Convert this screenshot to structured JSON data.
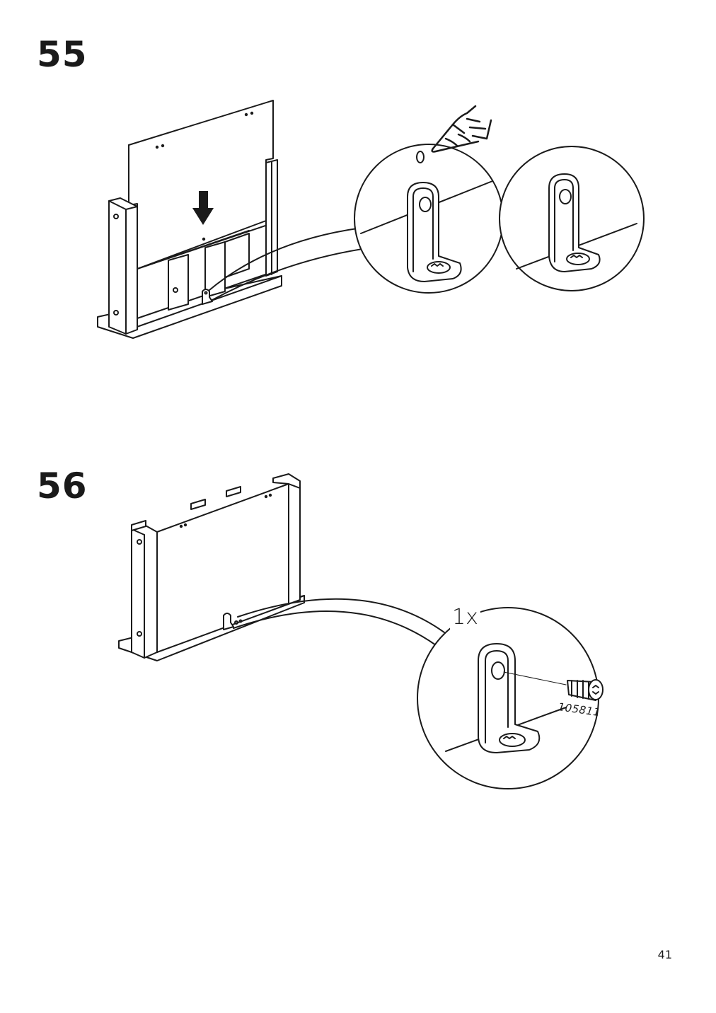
{
  "steps": [
    {
      "number": "55"
    },
    {
      "number": "56",
      "quantity": "1x",
      "part_number": "105811"
    }
  ],
  "page_number": "41"
}
